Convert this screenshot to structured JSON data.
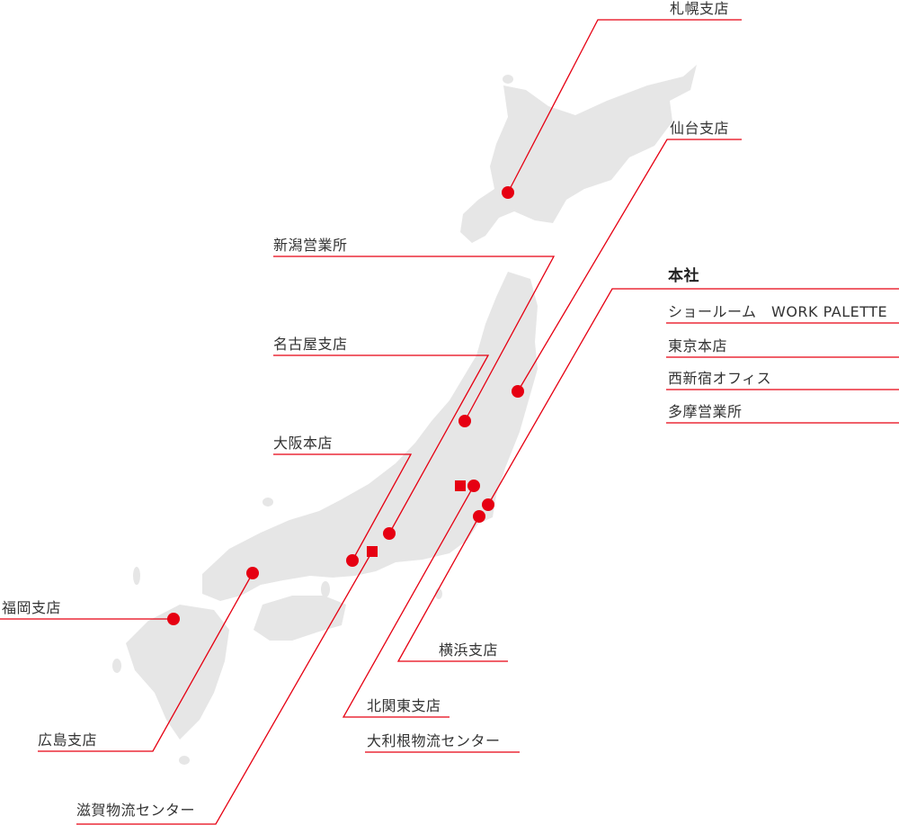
{
  "colors": {
    "accent": "#e60012",
    "land": "#e6e6e6",
    "text": "#333333"
  },
  "markers": {
    "circle": "circle",
    "square": "square"
  },
  "offices": {
    "sapporo": "札幌支店",
    "sendai": "仙台支店",
    "niigata": "新潟営業所",
    "nagoya": "名古屋支店",
    "osaka": "大阪本店",
    "fukuoka": "福岡支店",
    "hiroshima": "広島支店",
    "shiga": "滋賀物流センター",
    "yokohama": "横浜支店",
    "kitakanto": "北関東支店",
    "otone": "大利根物流センター"
  },
  "headquarters": {
    "title": "本社",
    "items": [
      "ショールーム　WORK PALETTE",
      "東京本店",
      "西新宿オフィス",
      "多摩営業所"
    ]
  }
}
